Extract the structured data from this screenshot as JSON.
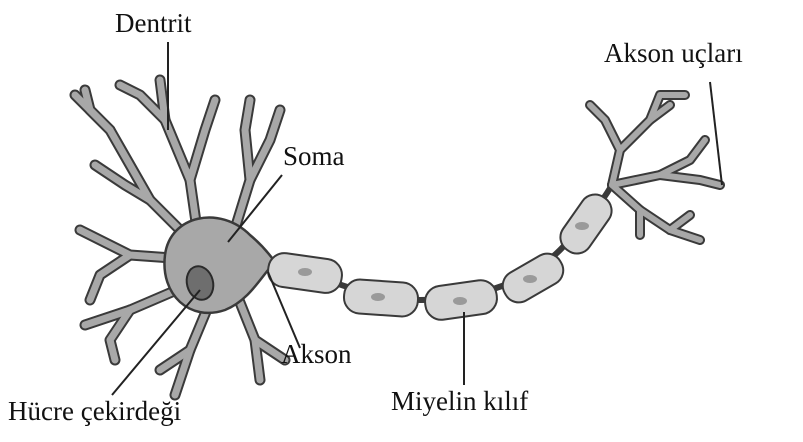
{
  "diagram": {
    "labels": {
      "dendrite": "Dentrit",
      "soma": "Soma",
      "axon_terminals": "Akson uçları",
      "axon": "Akson",
      "nucleus": "Hücre çekirdeği",
      "myelin_sheath": "Miyelin kılıf"
    },
    "colors": {
      "cell_fill": "#a8a8a8",
      "cell_stroke": "#3a3a3a",
      "myelin_fill": "#d6d6d6",
      "nucleus_fill": "#6e6e6e",
      "node_fill": "#9a9a9a",
      "leader_line": "#222222"
    }
  }
}
